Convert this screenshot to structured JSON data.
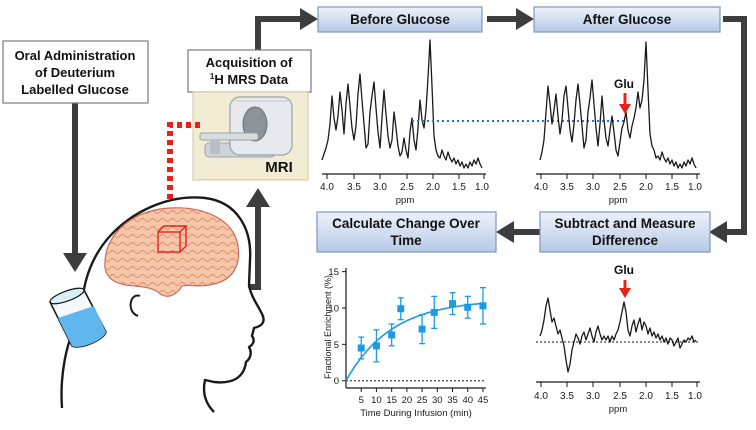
{
  "labels": {
    "oral_line1": "Oral Administration",
    "oral_line2": "of Deuterium",
    "oral_line3": "Labelled Glucose",
    "acq_line1": "Acquisition of",
    "acq_sup": "1",
    "acq_line2": "H MRS Data",
    "mri": "MRI",
    "before": "Before Glucose",
    "after": "After Glucose",
    "calc_line1": "Calculate Change Over",
    "calc_line2": "Time",
    "subtract_line1": "Subtract and Measure",
    "subtract_line2": "Difference",
    "glu": "Glu"
  },
  "spectrum_axis": {
    "ticks": [
      "4.0",
      "3.5",
      "3.0",
      "2.5",
      "2.0",
      "1.5",
      "1.0"
    ],
    "unit": "ppm"
  },
  "colors": {
    "box_fill_top": "#eef3fb",
    "box_fill_bottom": "#b7c9e6",
    "box_stroke": "#7f96c0",
    "arrow": "#3d3d3d",
    "red": "#e8221b",
    "dotted_blue": "#2f6fd6",
    "data_blue": "#1c9be2",
    "brain": "#f5c7a8",
    "skin": "#ffffff"
  },
  "chart_data": {
    "type": "scatter",
    "xlabel": "Time During Infusion (min)",
    "ylabel": "Fractional Enrichment (%)",
    "xticks": [
      5,
      10,
      15,
      20,
      25,
      30,
      35,
      40,
      45
    ],
    "yticks": [
      0,
      5,
      10,
      15
    ],
    "xlim": [
      0,
      46
    ],
    "ylim": [
      -1,
      15.5
    ],
    "points": [
      {
        "x": 5,
        "y": 4.5,
        "err": 1.5
      },
      {
        "x": 10,
        "y": 4.8,
        "err": 2.2
      },
      {
        "x": 15,
        "y": 6.3,
        "err": 1.5
      },
      {
        "x": 18,
        "y": 9.9,
        "err": 1.5
      },
      {
        "x": 25,
        "y": 7.1,
        "err": 2.0
      },
      {
        "x": 29,
        "y": 9.4,
        "err": 2.2
      },
      {
        "x": 35,
        "y": 10.6,
        "err": 1.5
      },
      {
        "x": 40,
        "y": 10.1,
        "err": 1.5
      },
      {
        "x": 45,
        "y": 10.3,
        "err": 2.5
      }
    ],
    "fit": {
      "type": "exponential",
      "plateau": 11.2,
      "tau": 15
    },
    "baseline": 0,
    "grid": false
  }
}
